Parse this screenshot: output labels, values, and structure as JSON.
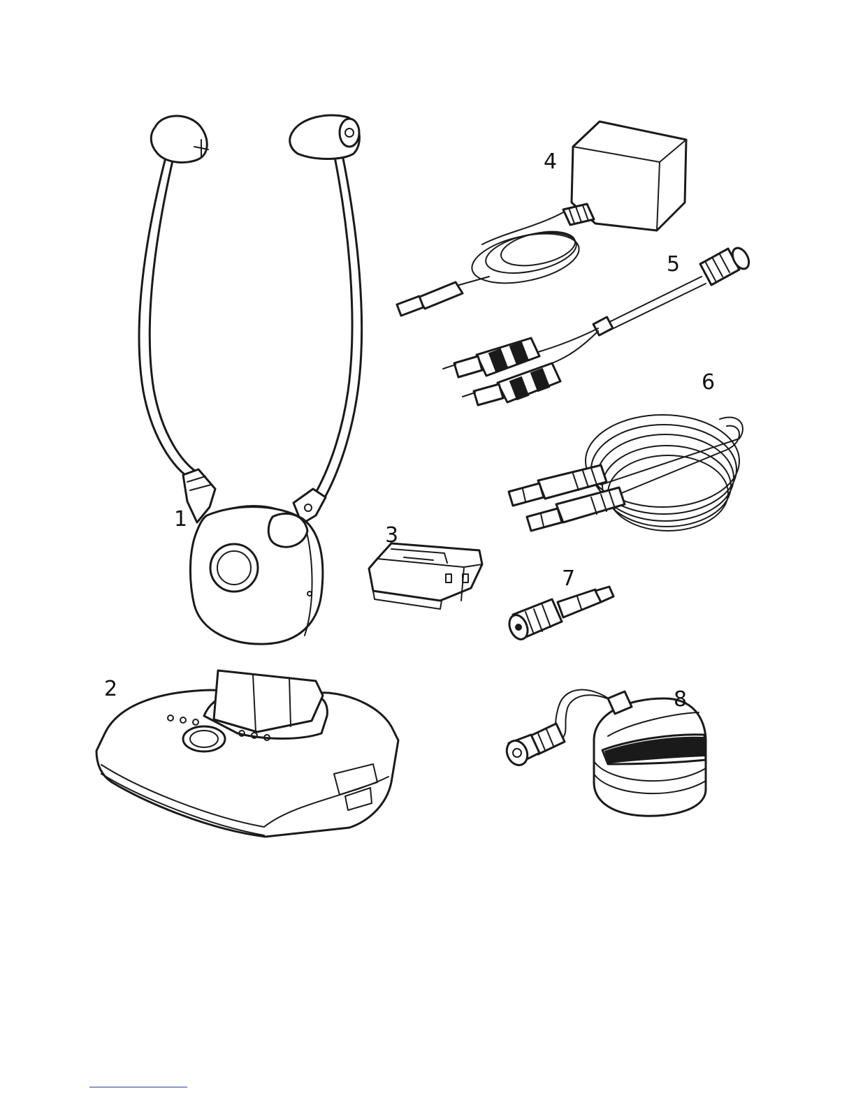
{
  "diagram": {
    "callouts": [
      {
        "id": "headset",
        "label": "1"
      },
      {
        "id": "base-station",
        "label": "2"
      },
      {
        "id": "battery-pack",
        "label": "3"
      },
      {
        "id": "power-adapter",
        "label": "4"
      },
      {
        "id": "rca-y-cable",
        "label": "5"
      },
      {
        "id": "audio-cable",
        "label": "6"
      },
      {
        "id": "jack-adapter",
        "label": "7"
      },
      {
        "id": "optical-microphone",
        "label": "8"
      }
    ]
  },
  "colors": {
    "line": "#1a1a1a",
    "footnote_rule": "#1f3fa6"
  }
}
